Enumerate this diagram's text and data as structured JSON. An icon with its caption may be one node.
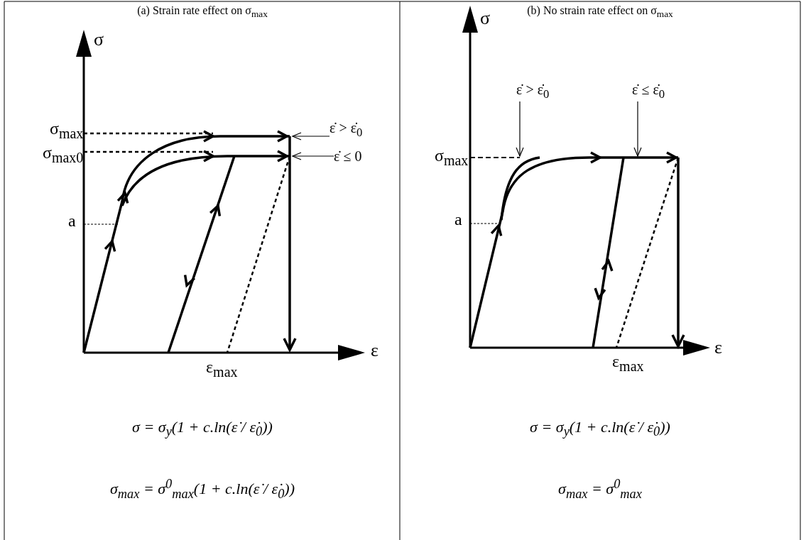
{
  "diagram": {
    "nodes": [
      {
        "text": [
          "ε̇ > ε̇$_{0}$"
        ]
      },
      {
        "text": [
          "ε̇ ≤ 0"
        ]
      },
      {
        "text": [
          "ε̇ > ε̇$_{0}$"
        ]
      },
      {
        "text": [
          "ε̇ ≤ ε̇$_{0}$"
        ]
      }
    ],
    "edges": [
      {
        "from": 0,
        "to": null,
        "arrow": "to"
      },
      {
        "from": 1,
        "to": null,
        "arrow": "to"
      },
      {
        "from": 2,
        "to": null,
        "arrow": "to"
      },
      {
        "from": 3,
        "to": null,
        "arrow": "to"
      }
    ],
    "labels": [
      "(a) Strain rate effect on σ$_{max}$",
      "σ",
      "σ$_{max}$",
      "σ$_{max0}$",
      "a",
      "ε",
      "ε$_{max}$",
      "σ = σ$_{y}$(1 + c.ln(ε̇ / ε̇$_{0}$))",
      "σ$_{max}$ = σ$^{0}$$_{max}$(1 + c.ln(ε̇ / ε̇$_{0}$))",
      "(b) No strain rate effect on σ$_{max}$",
      "σ",
      "σ$_{max}$",
      "a",
      "ε",
      "ε$_{max}$",
      "σ = σ$_{y}$(1 + c.ln(ε̇ / ε̇$_{0}$))",
      "σ$_{max}$ = σ$^{0}$$_{max}$"
    ]
  }
}
